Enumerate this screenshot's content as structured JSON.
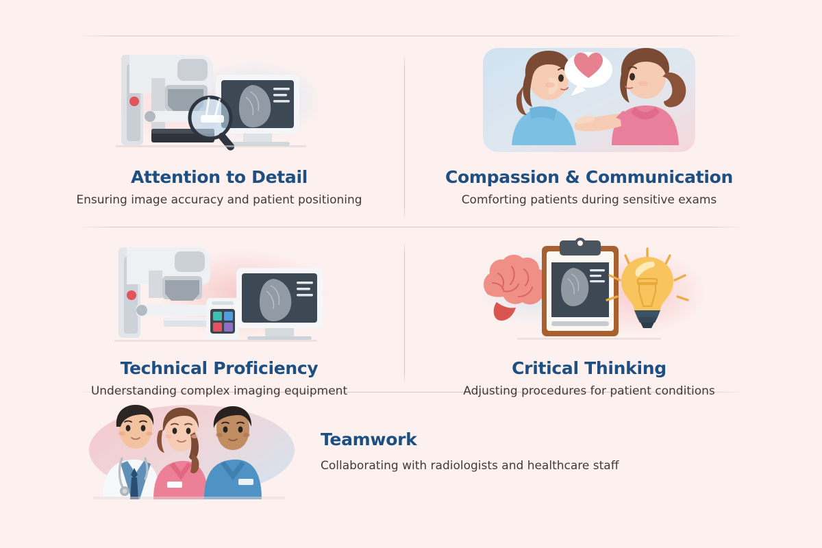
{
  "theme": {
    "background": "#fdf1ef",
    "heading_color": "#1d4f82",
    "subtitle_color": "#403a39",
    "divider_color": "#cfb4b1",
    "accent_pink": "#e8818f",
    "accent_blue": "#7fb4d8",
    "accent_amber": "#f2b23e"
  },
  "cards": [
    {
      "id": "attention-to-detail",
      "heading": "Attention to Detail",
      "subtitle": "Ensuring image accuracy and patient positioning",
      "illustration": "mammography-machine-with-magnifier"
    },
    {
      "id": "compassion-communication",
      "heading": "Compassion & Communication",
      "subtitle": "Comforting patients during sensitive exams",
      "illustration": "technologist-comforting-patient-heart-bubble"
    },
    {
      "id": "technical-proficiency",
      "heading": "Technical Proficiency",
      "subtitle": "Understanding complex imaging equipment",
      "illustration": "mammography-machine-with-control-panel"
    },
    {
      "id": "critical-thinking",
      "heading": "Critical Thinking",
      "subtitle": "Adjusting procedures for patient conditions",
      "illustration": "brain-clipboard-lightbulb"
    },
    {
      "id": "teamwork",
      "heading": "Teamwork",
      "subtitle": "Collaborating with radiologists and healthcare staff",
      "illustration": "three-healthcare-staff-group"
    }
  ]
}
